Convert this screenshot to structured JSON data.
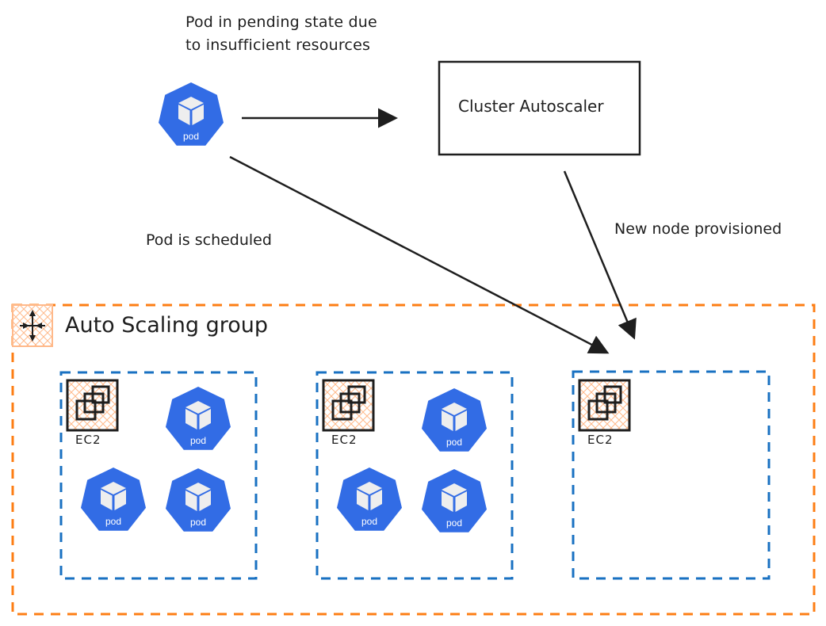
{
  "diagram": {
    "type": "kubernetes-cluster-autoscaler-flow",
    "colors": {
      "pod": "#326ce5",
      "pod_cube": "#eeeeee",
      "node_border": "#1971c2",
      "asg_border": "#fd7e14",
      "asg_hatch": "#ffc9a3",
      "stroke": "#1e1e1e"
    },
    "labels": {
      "pending_note_line1": "Pod in pending state due",
      "pending_note_line2": "to insufficient resources",
      "scheduled_note": "Pod is scheduled",
      "provisioned_note": "New node provisioned",
      "cluster_autoscaler": "Cluster Autoscaler",
      "asg_title": "Auto Scaling group"
    },
    "pending_pod": {
      "label": "pod",
      "icon": "kubernetes-pod-icon"
    },
    "asg_icon": "auto-scaling-icon",
    "nodes": [
      {
        "ec2_label": "EC2",
        "icon": "ec2-icon",
        "pods": [
          "pod",
          "pod",
          "pod"
        ]
      },
      {
        "ec2_label": "EC2",
        "icon": "ec2-icon",
        "pods": [
          "pod",
          "pod",
          "pod"
        ]
      },
      {
        "ec2_label": "EC2",
        "icon": "ec2-icon",
        "pods": []
      }
    ],
    "edges": [
      {
        "from": "pending-pod",
        "to": "cluster-autoscaler",
        "label": ""
      },
      {
        "from": "pending-pod",
        "to": "new-node",
        "label": "Pod is scheduled"
      },
      {
        "from": "cluster-autoscaler",
        "to": "new-node",
        "label": "New node provisioned"
      }
    ]
  }
}
